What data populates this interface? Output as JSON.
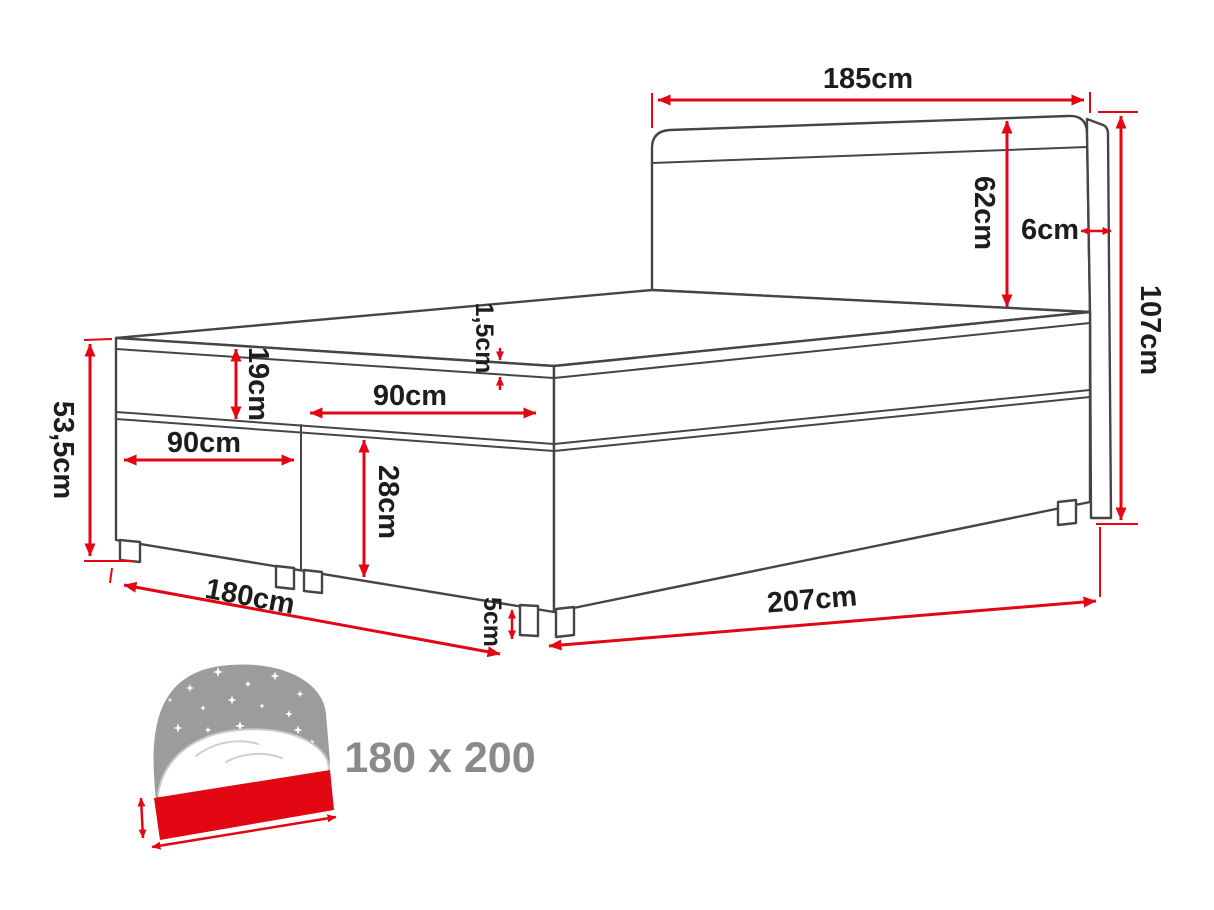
{
  "labels": {
    "headboard_width": "185cm",
    "headboard_height": "62cm",
    "headboard_thickness": "6cm",
    "total_height": "107cm",
    "topper_height": "1,5cm",
    "mattress_height": "19cm",
    "mattress_half_width_right": "90cm",
    "mattress_half_width_left": "90cm",
    "corner_height": "53,5cm",
    "base_height": "28cm",
    "bed_width": "180cm",
    "bed_length": "207cm",
    "leg_height": "5cm"
  },
  "badge": {
    "size": "180 x 200"
  },
  "colors": {
    "dimension_red": "#e30613",
    "line_dark": "#454545",
    "icon_grey": "#9c9c9c",
    "badge_grey": "#8a8a8a",
    "background": "#ffffff"
  }
}
